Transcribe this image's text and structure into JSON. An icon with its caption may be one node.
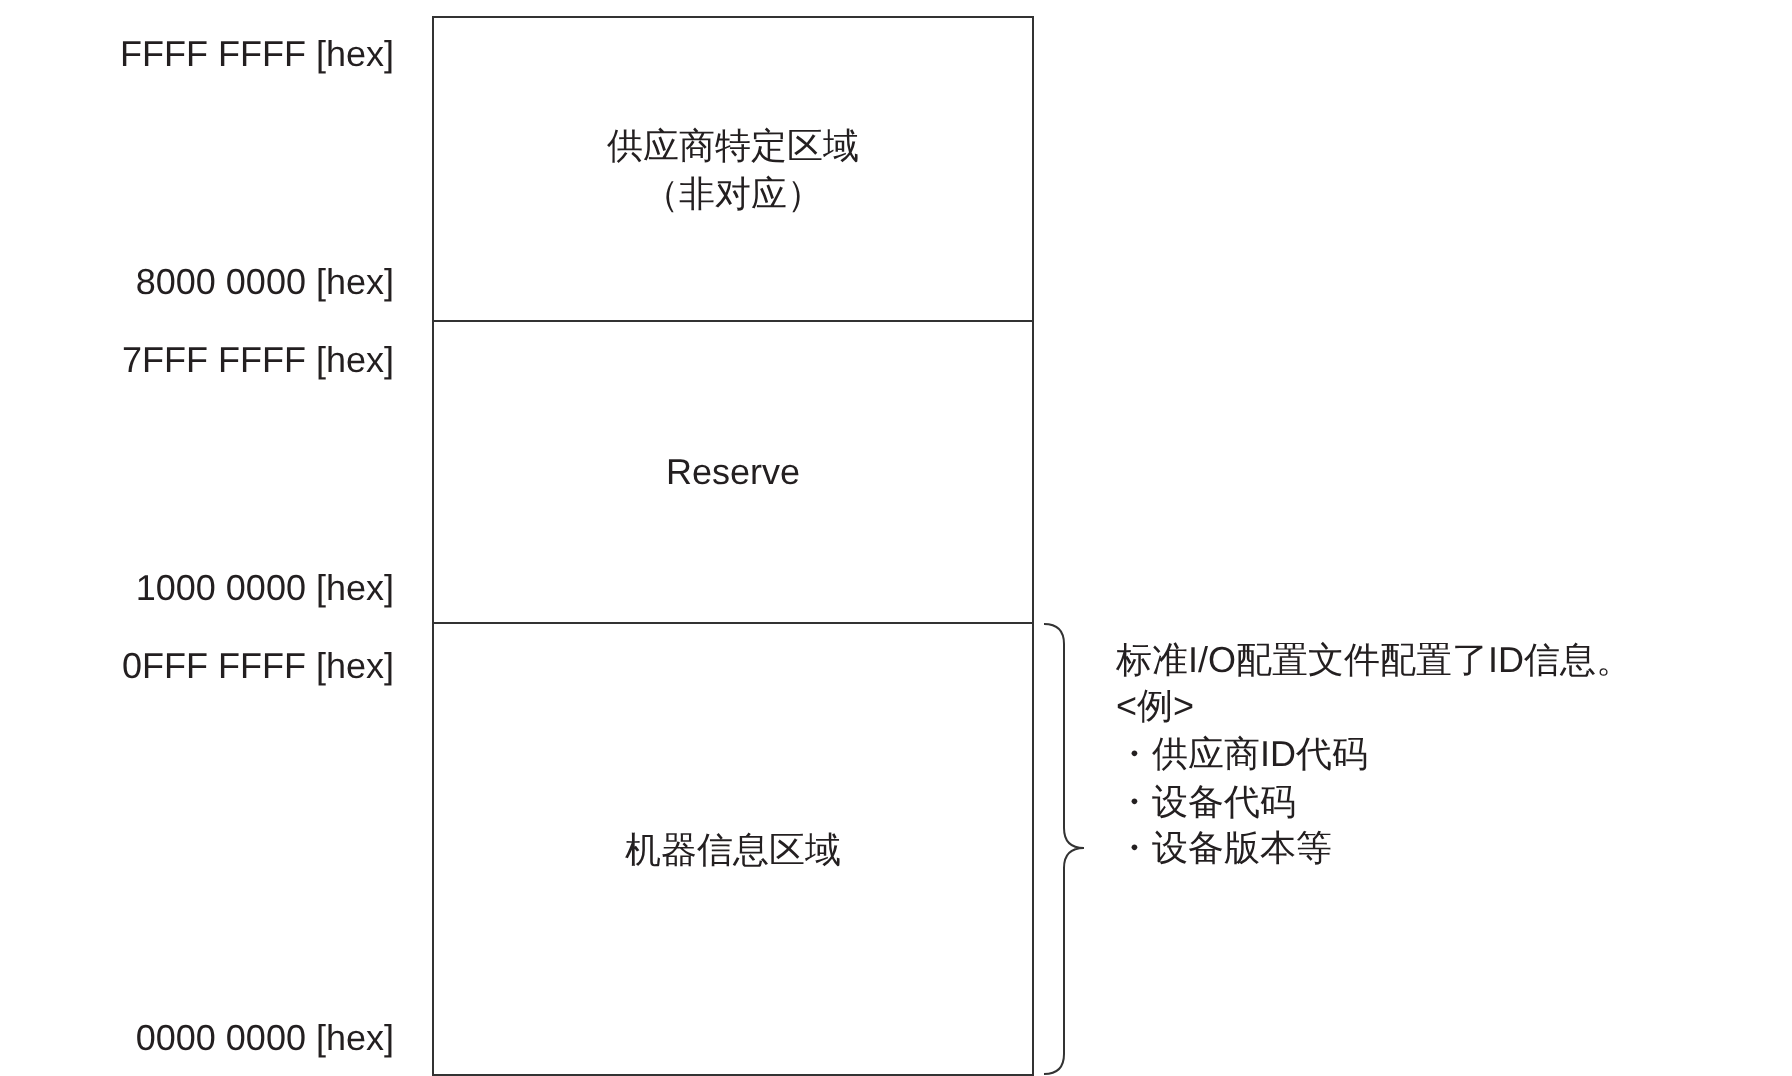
{
  "diagram": {
    "nodes": [
      {
        "text": [
          "供应商特定区域（非对应）"
        ]
      },
      {
        "text": [
          "Reserve"
        ]
      },
      {
        "text": [
          "机器信息区域"
        ]
      }
    ],
    "labels": [
      "FFFF FFFF [hex]",
      "8000 0000 [hex]",
      "7FFF FFFF [hex]",
      "1000 0000 [hex]",
      "0FFF FFFF [hex]",
      "0000 0000 [hex]",
      "标准I/O配置文件配置了ID信息。",
      "<例>",
      "・供应商ID代码",
      "・设备代码",
      "・设备版本等"
    ]
  }
}
